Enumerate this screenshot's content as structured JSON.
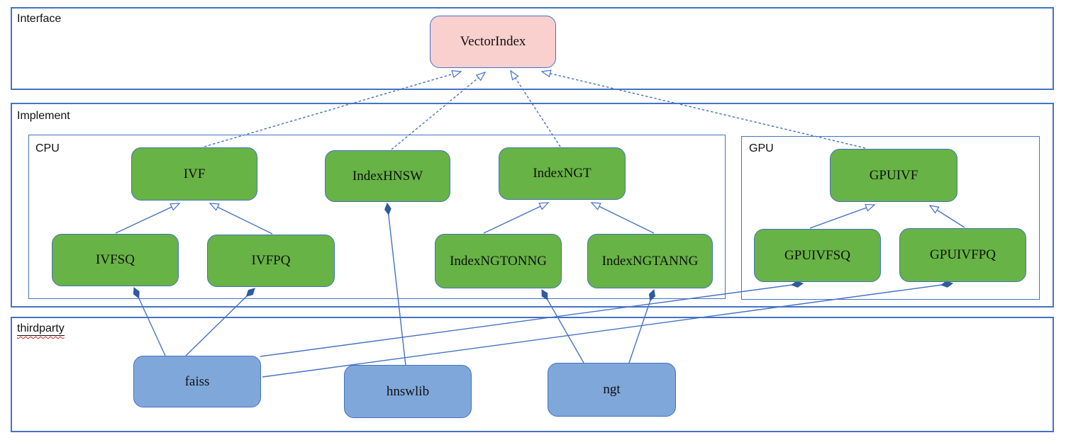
{
  "diagram": {
    "regions": {
      "interface": {
        "label": "Interface"
      },
      "implement": {
        "label": "Implement"
      },
      "cpu": {
        "label": "CPU"
      },
      "gpu": {
        "label": "GPU"
      },
      "thirdparty": {
        "label": "thirdparty"
      }
    },
    "nodes": {
      "vectorindex": {
        "label": "VectorIndex"
      },
      "ivf": {
        "label": "IVF"
      },
      "indexhnsw": {
        "label": "IndexHNSW"
      },
      "indexngt": {
        "label": "IndexNGT"
      },
      "ivfsq": {
        "label": "IVFSQ"
      },
      "ivfpq": {
        "label": "IVFPQ"
      },
      "indexngtonng": {
        "label": "IndexNGTONNG"
      },
      "indexngtanng": {
        "label": "IndexNGTANNG"
      },
      "gpuivf": {
        "label": "GPUIVF"
      },
      "gpuivfsq": {
        "label": "GPUIVFSQ"
      },
      "gpuivfpq": {
        "label": "GPUIVFPQ"
      },
      "faiss": {
        "label": "faiss"
      },
      "hnswlib": {
        "label": "hnswlib"
      },
      "ngt": {
        "label": "ngt"
      }
    },
    "colors": {
      "connector_line": "#4472C4",
      "interface_node_fill": "#F9D0CE",
      "implement_node_fill": "#67B345",
      "thirdparty_node_fill": "#7FA7D9",
      "composition_diamond": "#2F5B9E",
      "spellcheck_wavy_underline": "#D02A20"
    }
  }
}
